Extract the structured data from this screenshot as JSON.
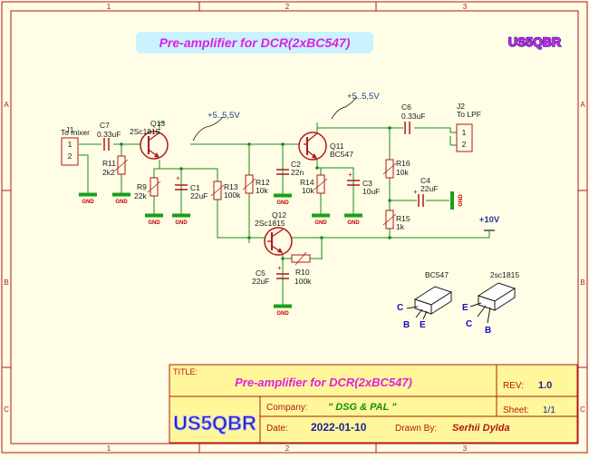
{
  "sheet": {
    "columns": [
      "1",
      "2",
      "3"
    ],
    "rows": [
      "A",
      "B",
      "C"
    ]
  },
  "header": {
    "title": "Pre-amplifier for DCR(2xBC547)",
    "logo_text": "US5QBR"
  },
  "supply": {
    "rail_left": "+5..5,5V",
    "rail_right": "+5..5,5V",
    "input": "+10V"
  },
  "ground_label": "GND",
  "connectors": {
    "j1": {
      "ref": "J1",
      "name": "To mixer",
      "pins": [
        "1",
        "2"
      ]
    },
    "j2": {
      "ref": "J2",
      "name": "To LPF",
      "pins": [
        "1",
        "2"
      ]
    }
  },
  "parts": {
    "c7": {
      "ref": "C7",
      "value": "0.33uF"
    },
    "q13": {
      "ref": "Q13",
      "value": "2Sc1815"
    },
    "r11": {
      "ref": "R11",
      "value": "2k2"
    },
    "r9": {
      "ref": "R9",
      "value": "22k"
    },
    "c1": {
      "ref": "C1",
      "value": "22uF"
    },
    "r13": {
      "ref": "R13",
      "value": "100k"
    },
    "r12": {
      "ref": "R12",
      "value": "10k"
    },
    "c2": {
      "ref": "C2",
      "value": "22n"
    },
    "q11": {
      "ref": "Q11",
      "value": "BC547"
    },
    "r14": {
      "ref": "R14",
      "value": "10k"
    },
    "c3": {
      "ref": "C3",
      "value": "10uF"
    },
    "c6": {
      "ref": "C6",
      "value": "0.33uF"
    },
    "r16": {
      "ref": "R16",
      "value": "10k"
    },
    "c4": {
      "ref": "C4",
      "value": "22uF"
    },
    "r15": {
      "ref": "R15",
      "value": "1k"
    },
    "q12": {
      "ref": "Q12",
      "value": "2Sc1815"
    },
    "c5": {
      "ref": "C5",
      "value": "22uF"
    },
    "r10": {
      "ref": "R10",
      "value": "100k"
    }
  },
  "pinouts": [
    {
      "name": "BC547",
      "pins": [
        "C",
        "B",
        "E"
      ]
    },
    {
      "name": "2sc1815",
      "pins": [
        "E",
        "C",
        "B"
      ]
    }
  ],
  "title_block": {
    "title_label": "TITLE:",
    "title": "Pre-amplifier for DCR(2xBC547)",
    "rev_label": "REV:",
    "rev": "1.0",
    "company_label": "Company:",
    "company": "\" DSG & PAL \"",
    "sheet_label": "Sheet:",
    "sheet": "1/1",
    "date_label": "Date:",
    "date": "2022-01-10",
    "drawn_label": "Drawn By:",
    "drawn_by": "Serhii Dylda",
    "logo": "US5QBR"
  },
  "colors": {
    "frame": "#b01818",
    "wire": "#1a8c1a",
    "component": "#b01818",
    "ground_bar": "#18a018",
    "label_magenta": "#e020e0",
    "title_bg": "#fff799"
  }
}
